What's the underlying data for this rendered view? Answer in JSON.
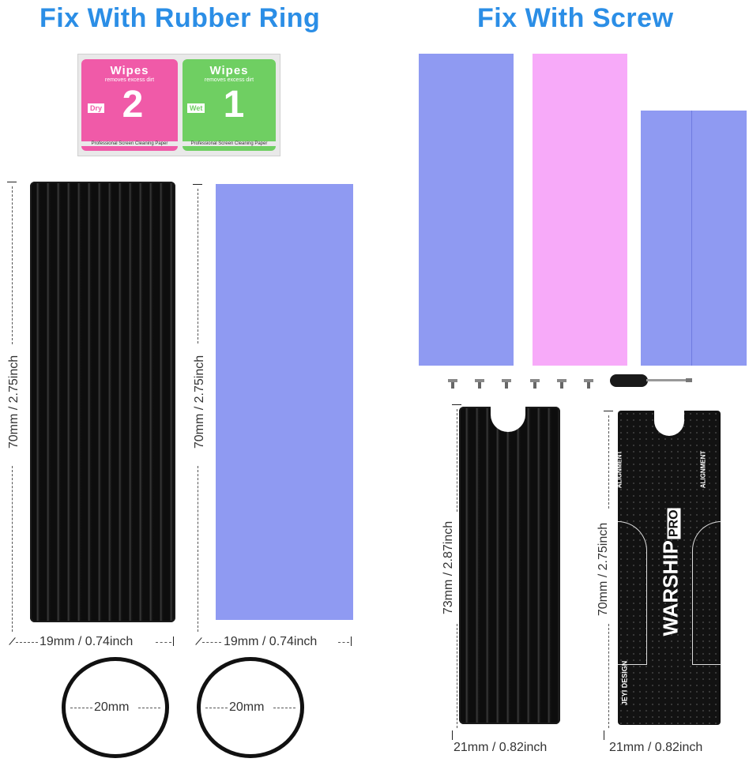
{
  "titles": {
    "left": "Fix With Rubber Ring",
    "right": "Fix With Screw"
  },
  "wipes": {
    "dry": {
      "title": "Wipes",
      "subtitle": "removes excess dirt",
      "tag": "Dry",
      "number": "2",
      "footer": "Professional Screen Cleaning Paper",
      "color": "#f05aa8"
    },
    "wet": {
      "title": "Wipes",
      "subtitle": "removes excess dirt",
      "tag": "Wet",
      "number": "1",
      "footer": "Professional Screen Cleaning Paper",
      "color": "#6fcf62"
    }
  },
  "dimensions": {
    "left_sink_height": "70mm / 2.75inch",
    "left_pad_height": "70mm / 2.75inch",
    "left_sink_width": "19mm / 0.74inch",
    "left_pad_width": "19mm / 0.74inch",
    "ring1": "20mm",
    "ring2": "20mm",
    "right_sink_height": "73mm / 2.87inch",
    "right_cover_height": "70mm / 2.75inch",
    "right_sink_width": "21mm / 0.82inch",
    "right_cover_width": "21mm / 0.82inch"
  },
  "cover": {
    "brand": "WARSHIP",
    "brand_badge": "PRO",
    "alignment_left": "ALIGNMENT",
    "alignment_right": "ALIGNMENT",
    "maker": "JEYI DESIGN"
  },
  "colors": {
    "title": "#2b8ee6",
    "pad_blue": "#8f9af2",
    "pad_pink": "#f7aaf9"
  }
}
